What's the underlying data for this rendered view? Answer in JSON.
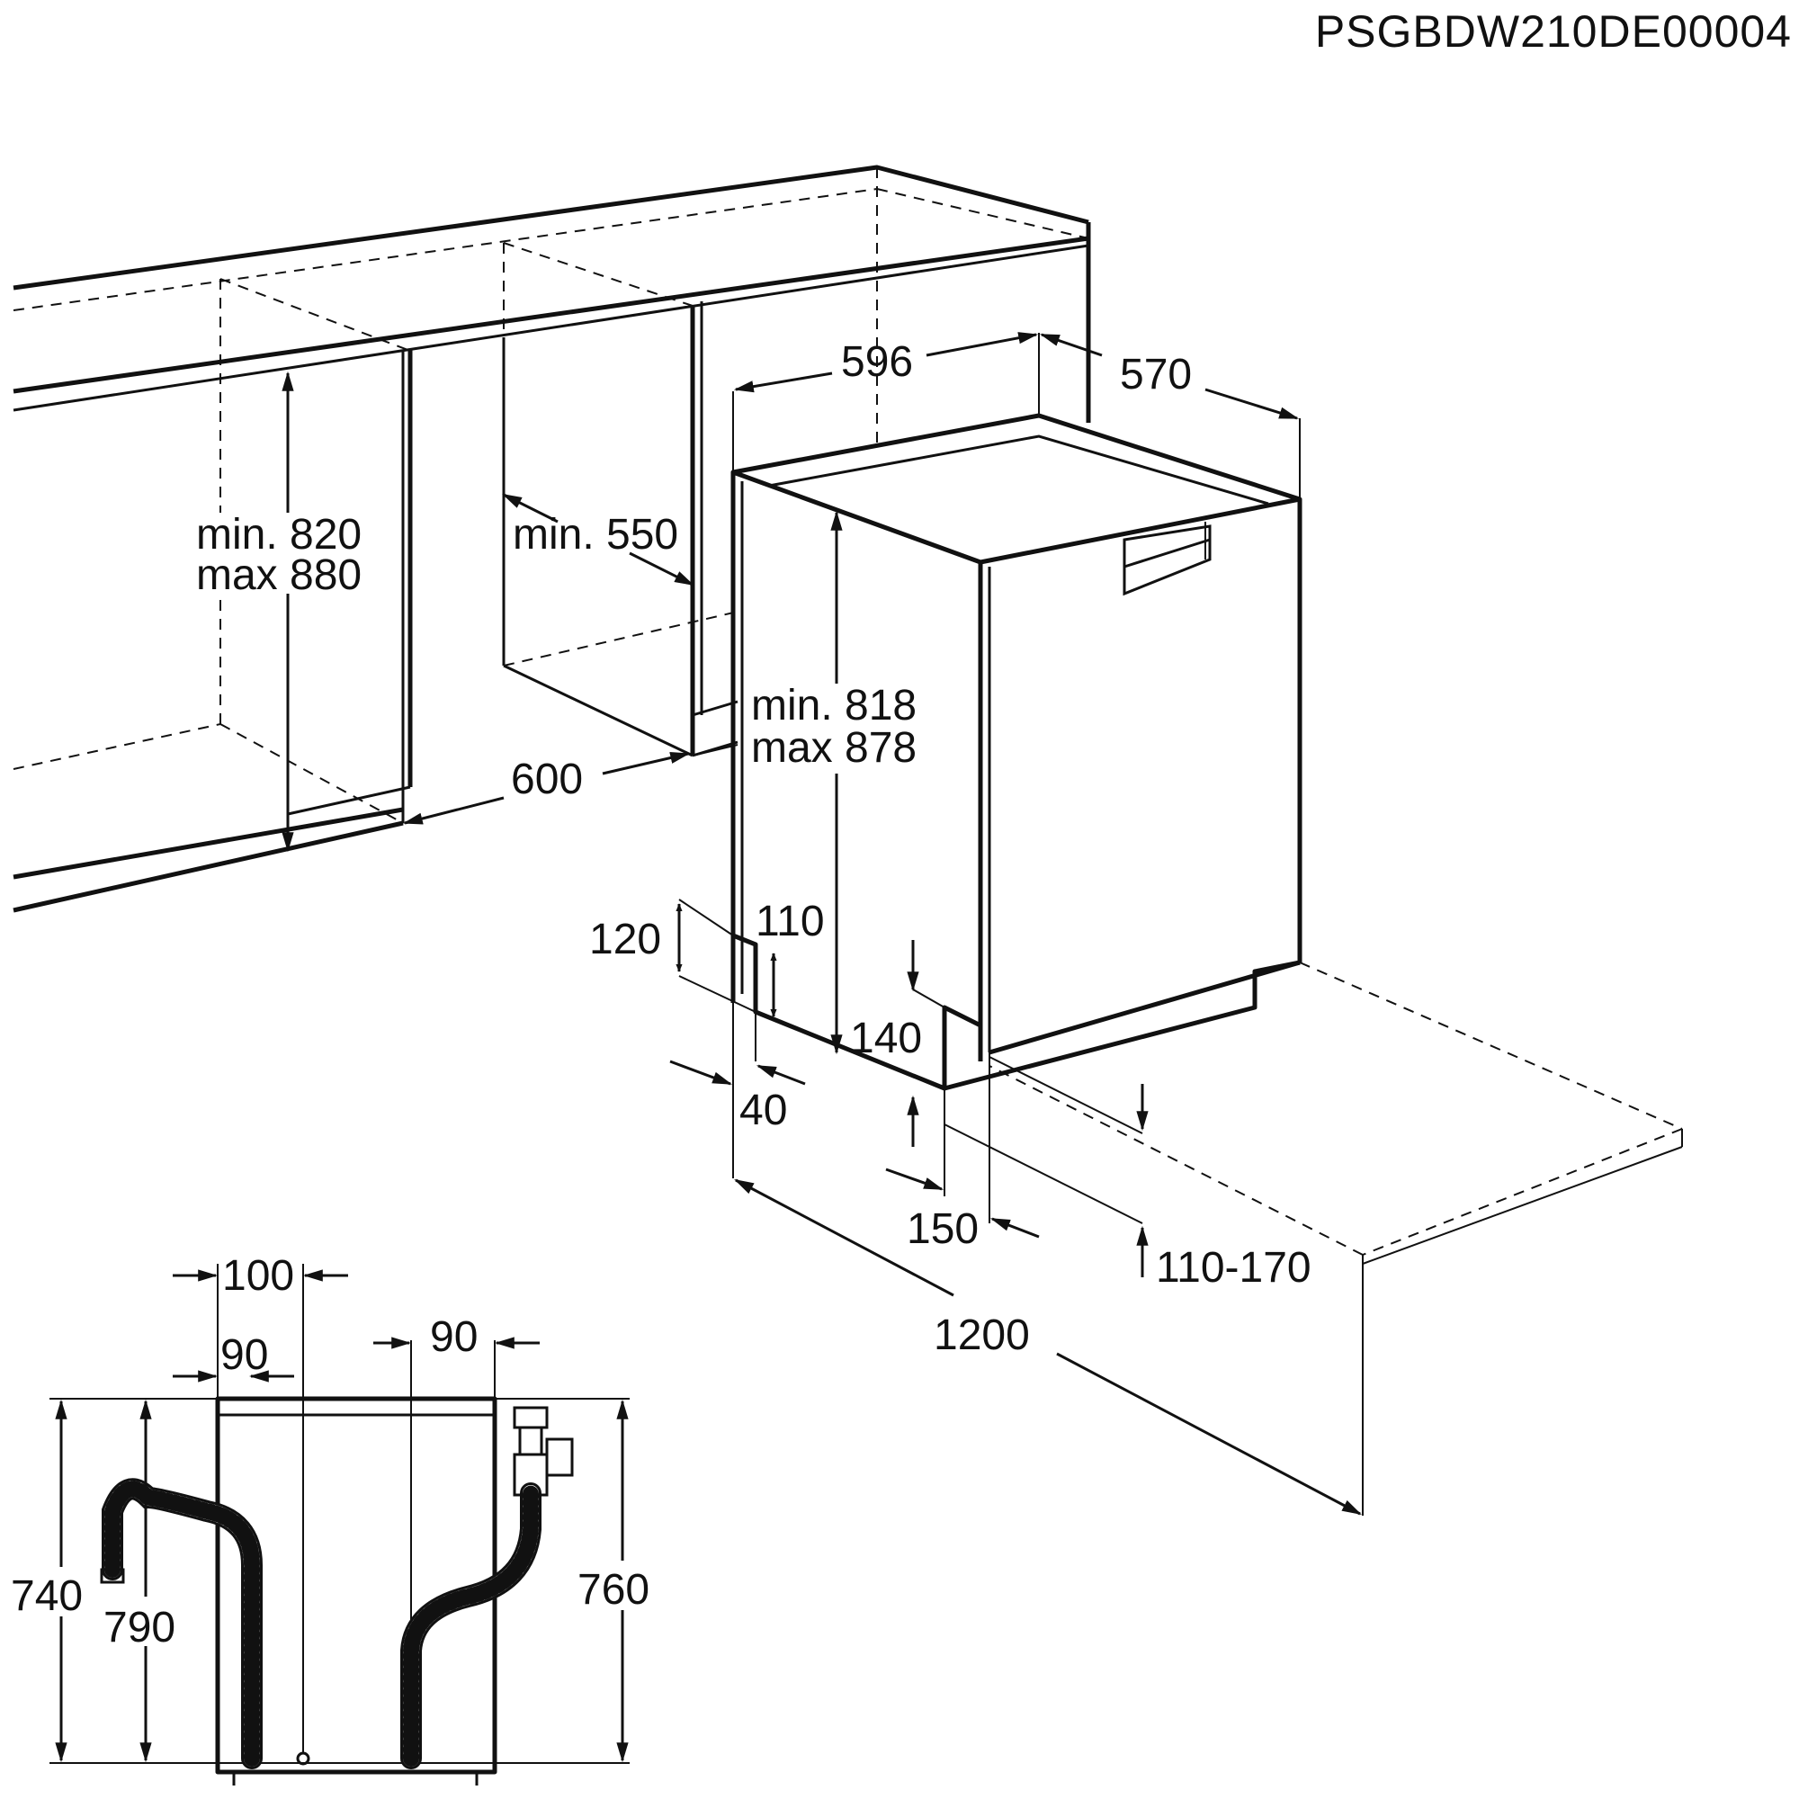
{
  "reference_code": "PSGBDW210DE00004",
  "dimensions": {
    "width_596": "596",
    "depth_570": "570",
    "niche_height_line1": "min. 820",
    "niche_height_line2": "max 880",
    "niche_depth": "min. 550",
    "niche_width": "600",
    "appliance_height_line1": "min. 818",
    "appliance_height_line2": "max 878",
    "d_120": "120",
    "d_110": "110",
    "d_140": "140",
    "d_40": "40",
    "d_150": "150",
    "plinth": "110-170",
    "d_1200": "1200"
  },
  "rear_view": {
    "d_100": "100",
    "d_90_left": "90",
    "d_90_right": "90",
    "h_740": "740",
    "h_790": "790",
    "h_760": "760"
  }
}
